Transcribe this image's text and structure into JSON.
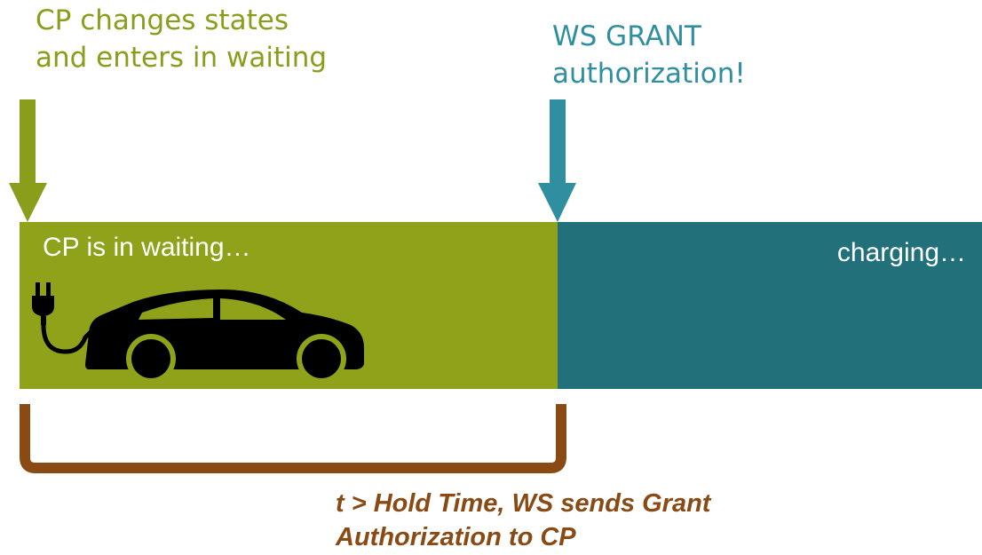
{
  "event_cp": {
    "text": "CP changes states\nand enters in waiting"
  },
  "event_ws": {
    "text": "WS GRANT\nauthorization!"
  },
  "timeline": {
    "waiting_text": "CP is in waiting…",
    "charging_text": "charging…"
  },
  "hold": {
    "text": "t > Hold Time, WS sends Grant\nAuthorization to CP"
  },
  "colors": {
    "cp_green": "#8a9e1c",
    "ws_teal": "#2f8fa0",
    "waiting_bar": "#8fa21a",
    "charging_bar": "#22707a",
    "bracket_brown": "#8a4a14",
    "car": "#000000"
  },
  "icons": {
    "car": "electric-car-plug-icon"
  }
}
